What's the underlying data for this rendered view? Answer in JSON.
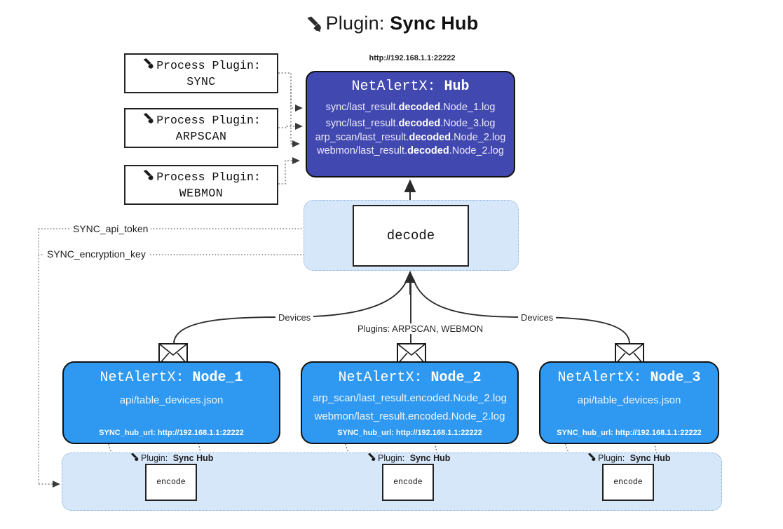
{
  "title": {
    "icon": "plug-icon",
    "prefix": "Plugin:",
    "name": "Sync Hub"
  },
  "process_plugins": [
    {
      "icon": "plug-icon",
      "label": "Process Plugin:",
      "plugin": "SYNC"
    },
    {
      "icon": "plug-icon",
      "label": "Process Plugin:",
      "plugin": "ARPSCAN"
    },
    {
      "icon": "plug-icon",
      "label": "Process Plugin:",
      "plugin": "WEBMON"
    }
  ],
  "hub": {
    "url": "http://192.168.1.1:22222",
    "title_prefix": "NetAlertX:",
    "title_name": "Hub",
    "logs": [
      {
        "pre": "sync/last_result.",
        "mid": "decoded",
        "post": ".Node_1.log"
      },
      {
        "pre": "sync/last_result.",
        "mid": "decoded",
        "post": ".Node_3.log"
      },
      {
        "pre": "arp_scan/last_result.",
        "mid": "decoded",
        "post": ".Node_2.log"
      },
      {
        "pre": "webmon/last_result.",
        "mid": "decoded",
        "post": ".Node_2.log"
      }
    ]
  },
  "decode": {
    "label": "decode"
  },
  "params": {
    "api_token": "SYNC_api_token",
    "encryption_key": "SYNC_encryption_key"
  },
  "edge_labels": {
    "devices_left": "Devices",
    "devices_right": "Devices",
    "plugins": "Plugins: ARPSCAN, WEBMON"
  },
  "nodes": [
    {
      "icon": "envelope-icon",
      "title_prefix": "NetAlertX:",
      "title_name": "Node_1",
      "lines": [
        "api/table_devices.json"
      ],
      "hub_url": "SYNC_hub_url: http://192.168.1.1:22222"
    },
    {
      "icon": "envelope-icon",
      "title_prefix": "NetAlertX:",
      "title_name": "Node_2",
      "lines": [
        "arp_scan/last_result.encoded.Node_2.log",
        "webmon/last_result.encoded.Node_2.log"
      ],
      "hub_url": "SYNC_hub_url: http://192.168.1.1:22222"
    },
    {
      "icon": "envelope-icon",
      "title_prefix": "NetAlertX:",
      "title_name": "Node_3",
      "lines": [
        "api/table_devices.json"
      ],
      "hub_url": "SYNC_hub_url: http://192.168.1.1:22222"
    }
  ],
  "encoders": [
    {
      "icon": "plug-icon",
      "label_prefix": "Plugin:",
      "label_name": "Sync Hub",
      "box": "encode"
    },
    {
      "icon": "plug-icon",
      "label_prefix": "Plugin:",
      "label_name": "Sync Hub",
      "box": "encode"
    },
    {
      "icon": "plug-icon",
      "label_prefix": "Plugin:",
      "label_name": "Sync Hub",
      "box": "encode"
    }
  ],
  "colors": {
    "hub_blue": "#4148b0",
    "node_blue": "#2f98f0",
    "group_light_blue": "#d7e7fa",
    "outline": "#111111"
  }
}
